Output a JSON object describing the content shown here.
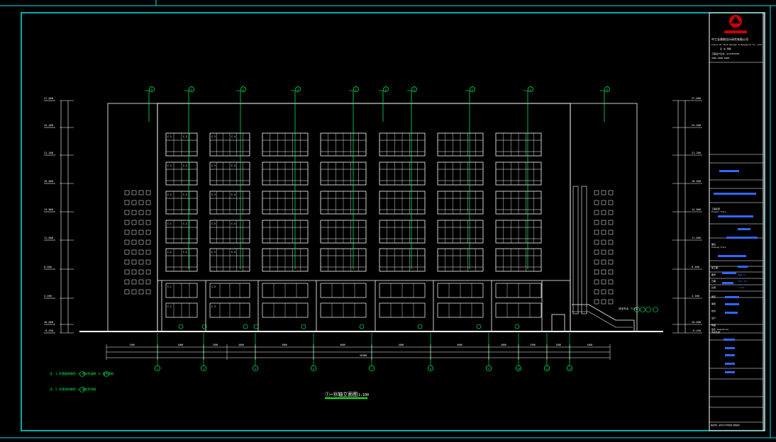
{
  "drawing": {
    "title": "①~⑩轴立面图",
    "scale": "1:100",
    "colors": {
      "background": "#000000",
      "frame": "#00e5e5",
      "building": "#ffffff",
      "grid_axis": "#00ff66",
      "dimension": "#ffffff",
      "title_underline": "#00ff00",
      "titleblock_accent": "#3366ff",
      "logo": "#cc0000"
    },
    "level_marks_left": [
      "27.600",
      "24.400",
      "21.200",
      "18.000",
      "14.800",
      "11.600",
      "8.400",
      "4.200",
      "±0.000",
      "-0.450"
    ],
    "level_marks_right": [
      "27.600",
      "24.400",
      "21.200",
      "18.000",
      "14.800",
      "11.600",
      "8.400",
      "4.200",
      "±0.000",
      "-0.450"
    ],
    "top_axis_bubbles": [
      "D",
      "A",
      "A",
      "A",
      "A",
      "D",
      "A",
      "A",
      "A",
      "D"
    ],
    "bottom_axis_bubbles": [
      "1",
      "3",
      "5",
      "6",
      "7",
      "8",
      "9",
      "10",
      "11",
      "12"
    ],
    "bottom_dims_row1": [
      "1500",
      "4000",
      "2500",
      "4000",
      "3000",
      "4000",
      "4000",
      "4000",
      "4000",
      "2500",
      "1500",
      "4400"
    ],
    "bottom_dims_total": "39300",
    "window_tags": [
      "C-1",
      "C-2",
      "C-3",
      "C-4"
    ],
    "notes": [
      "注：1.外墙面砖颜色 ⓐ 浅灰色面砖 ⓑ 白色涂料",
      "注：2.外墙涂料颜色 ⓒ 深灰色涂料"
    ],
    "side_note": "详见节点 ①②③"
  },
  "titleblock": {
    "company_cn": "中工业建筑设计研究有限公司",
    "company_en": "China Hi-Tech Design & Research Co.,Ltd.",
    "cert": "证 书   甲级",
    "license_lines": [
      "工程设计证书：A123456789",
      "2009-0000 0000"
    ],
    "project_label": "工程名称",
    "project_en": "Project Title",
    "sheet_label": "图名",
    "sheet_en": "Drawing Title",
    "design_phase": "施工图",
    "drawing_no_label": "图号",
    "drawing_no": "建施-12",
    "date_label": "日期",
    "date": "2011.08",
    "scale_label": "比例",
    "scale": "1:100",
    "signature_label": "签名 Signature",
    "roles": [
      "审定",
      "审核",
      "校对",
      "设计",
      "制图",
      "专业负责"
    ],
    "footer": "版权所有 未经许可不得复制 图纸编号"
  }
}
